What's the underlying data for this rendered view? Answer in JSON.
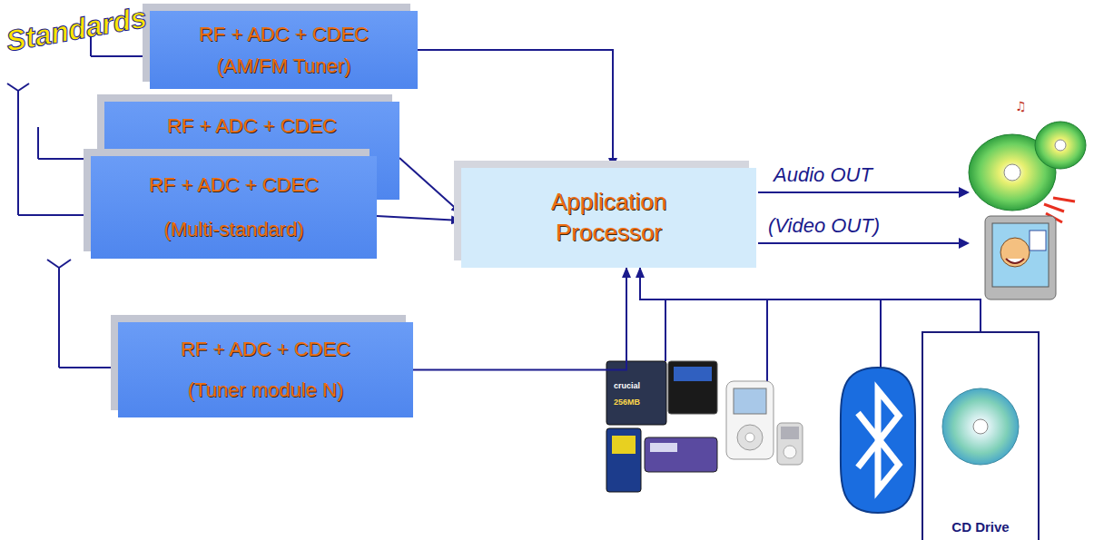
{
  "diagram": {
    "nodes": [
      {
        "text": [
          "RF + ADC + CDEC",
          "(AM/FM Tuner)"
        ]
      },
      {
        "text": [
          "RF + ADC + CDEC"
        ]
      },
      {
        "text": [
          "RF + ADC + CDEC",
          "(Multi-standard)"
        ]
      },
      {
        "text": [
          "RF + ADC + CDEC",
          "(Tuner module N)"
        ]
      },
      {
        "text": [
          "Application Processor"
        ]
      },
      {
        "text": [
          "CD Drive"
        ]
      }
    ],
    "edges": [
      {
        "from": 0,
        "to": 4,
        "arrow": "to"
      },
      {
        "from": 1,
        "to": 4,
        "arrow": "to"
      },
      {
        "from": 2,
        "to": 4,
        "arrow": "to"
      },
      {
        "from": 3,
        "to": 4,
        "arrow": "to"
      },
      {
        "from": 5,
        "to": 4,
        "arrow": "to"
      }
    ],
    "labels": [
      "Standards",
      "Audio OUT",
      "(Video OUT)",
      "crucial",
      "256MB"
    ]
  }
}
